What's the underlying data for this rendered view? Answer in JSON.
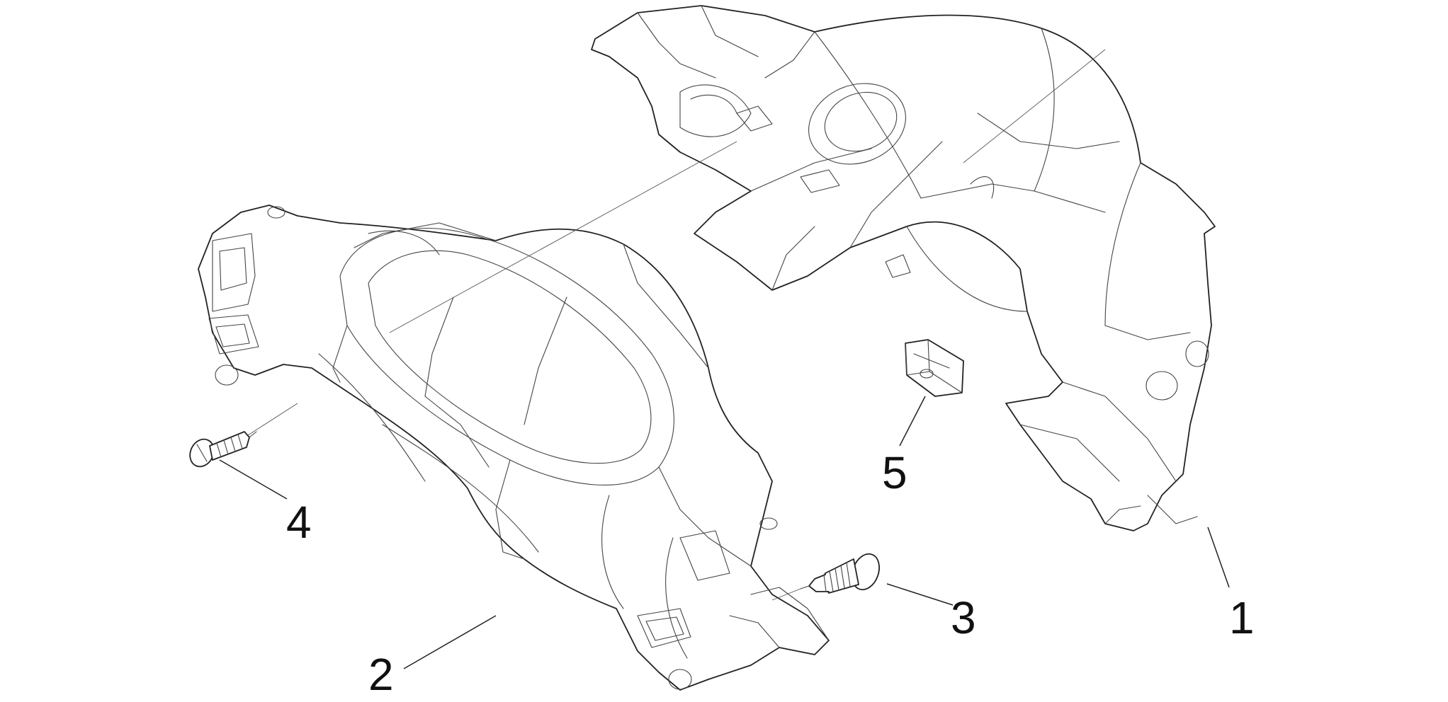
{
  "callouts": {
    "part1": "1",
    "part2": "2",
    "part3": "3",
    "part4": "4",
    "part5": "5"
  },
  "colors": {
    "line": "#222222",
    "fill": "#ffffff"
  }
}
